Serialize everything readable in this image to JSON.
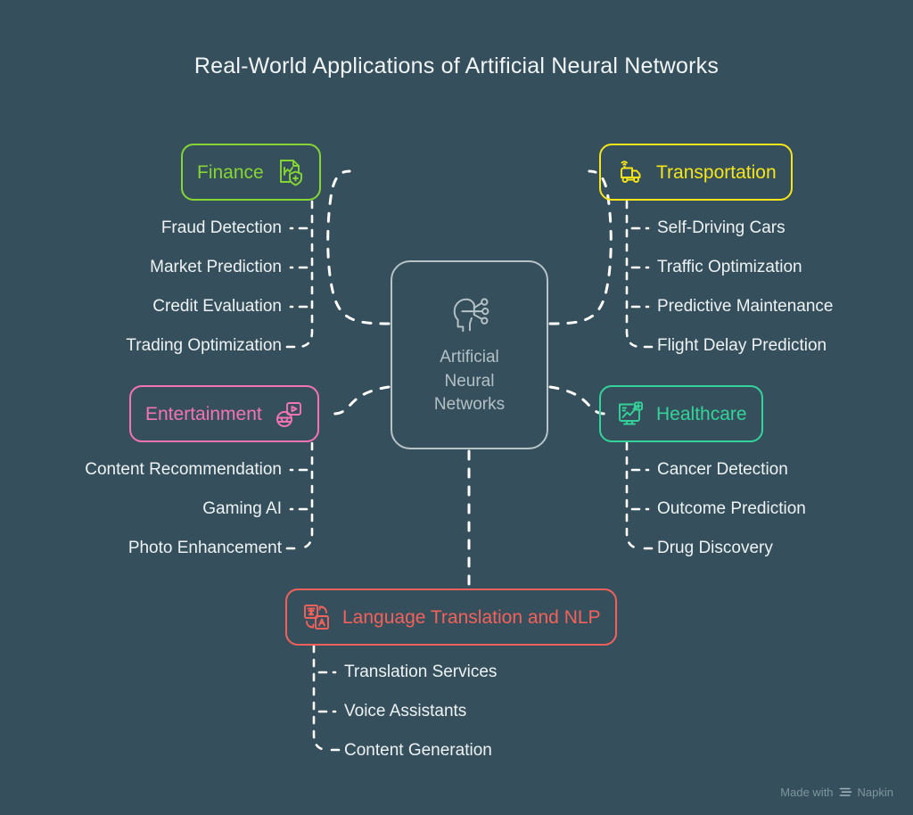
{
  "title": "Real-World Applications of Artificial Neural Networks",
  "colors": {
    "background": "#35505c",
    "finance": "#86d633",
    "transportation": "#f5e519",
    "entertainment": "#f472b6",
    "healthcare": "#34d399",
    "language": "#f4615a",
    "center": "#b7c3c7",
    "leaf_text": "#eef2f3",
    "connector": "#ffffff"
  },
  "center": {
    "label": "Artificial\nNeural\nNetworks",
    "line1": "Artificial",
    "line2": "Neural",
    "line3": "Networks",
    "icon": "brain-circuit-icon"
  },
  "branches": [
    {
      "id": "finance",
      "label": "Finance",
      "icon": "document-chart-shield-icon",
      "color": "#86d633",
      "side": "left",
      "leaves": [
        "Fraud Detection",
        "Market Prediction",
        "Credit Evaluation",
        "Trading Optimization"
      ]
    },
    {
      "id": "transportation",
      "label": "Transportation",
      "icon": "smart-truck-icon",
      "color": "#f5e519",
      "side": "right",
      "leaves": [
        "Self-Driving Cars",
        "Traffic Optimization",
        "Predictive Maintenance",
        "Flight Delay Prediction"
      ]
    },
    {
      "id": "entertainment",
      "label": "Entertainment",
      "icon": "vr-headset-play-icon",
      "color": "#f472b6",
      "side": "left",
      "leaves": [
        "Content Recommendation",
        "Gaming AI",
        "Photo Enhancement"
      ]
    },
    {
      "id": "healthcare",
      "label": "Healthcare",
      "icon": "monitor-chart-plus-icon",
      "color": "#34d399",
      "side": "right",
      "leaves": [
        "Cancer Detection",
        "Outcome Prediction",
        "Drug Discovery"
      ]
    },
    {
      "id": "language",
      "label": "Language Translation and NLP",
      "icon": "translate-icon",
      "color": "#f4615a",
      "side": "bottom",
      "leaves": [
        "Translation Services",
        "Voice Assistants",
        "Content Generation"
      ]
    }
  ],
  "footer": {
    "made_with": "Made with",
    "brand": "Napkin",
    "icon": "napkin-logo-icon"
  }
}
